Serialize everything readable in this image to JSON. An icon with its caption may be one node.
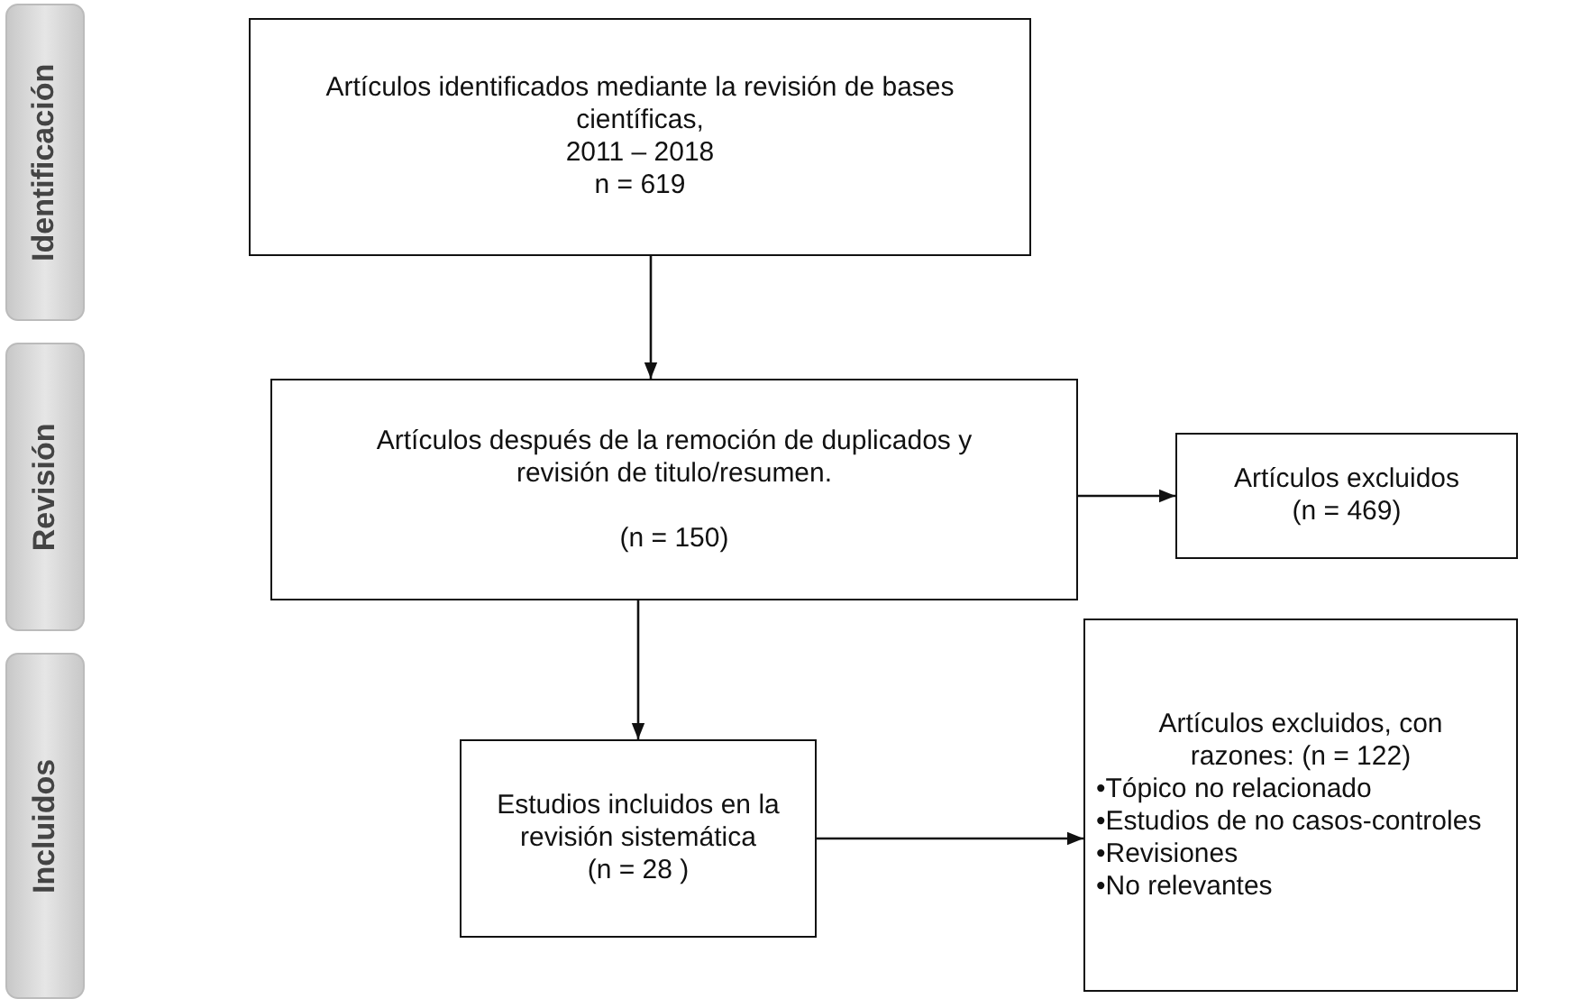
{
  "diagram": {
    "nodes": [
      {
        "text": [
          "Identificación"
        ]
      },
      {
        "text": [
          "Artículos identificados mediante la revisión de bases científicas,",
          "2011 – 2018",
          "n = 619"
        ]
      },
      {
        "text": [
          "Revisión"
        ]
      },
      {
        "text": [
          "Artículos después de la remoción de duplicados y revisión de titulo/resumen.",
          "(n = 150)"
        ]
      },
      {
        "text": [
          "Artículos excluidos",
          "(n = 469)"
        ]
      },
      {
        "text": [
          "Incluidos"
        ]
      },
      {
        "text": [
          "Estudios incluidos en la revisión sistemática",
          "(n = 28 )"
        ]
      },
      {
        "text": [
          "Artículos excluidos, con razones: (n = 122)",
          "•Tópico no relacionado",
          "•Estudios de no casos-controles",
          "•Revisiones",
          "•No relevantes"
        ]
      }
    ],
    "edges": [
      {
        "from": 1,
        "to": 3,
        "arrow": "to"
      },
      {
        "from": 3,
        "to": 4,
        "arrow": "to"
      },
      {
        "from": 3,
        "to": 6,
        "arrow": "to"
      },
      {
        "from": 6,
        "to": 7,
        "arrow": "to"
      }
    ]
  }
}
